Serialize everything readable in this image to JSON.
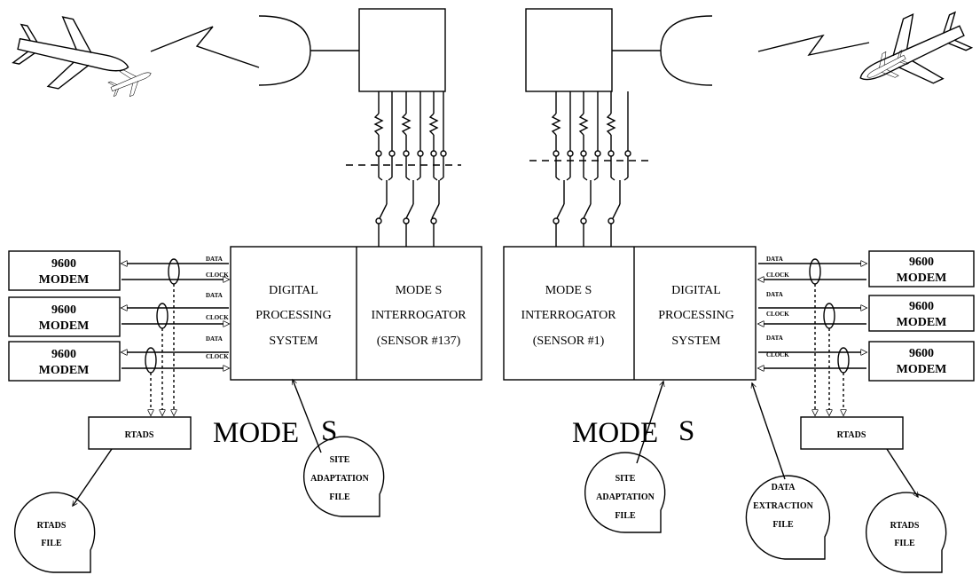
{
  "left": {
    "modems": [
      {
        "line1": "9600",
        "line2": "MODEM"
      },
      {
        "line1": "9600",
        "line2": "MODEM"
      },
      {
        "line1": "9600",
        "line2": "MODEM"
      }
    ],
    "signals": [
      {
        "data": "DATA",
        "clock": "CLOCK"
      },
      {
        "data": "DATA",
        "clock": "CLOCK"
      },
      {
        "data": "DATA",
        "clock": "CLOCK"
      }
    ],
    "dps": {
      "line1": "DIGITAL",
      "line2": "PROCESSING",
      "line3": "SYSTEM"
    },
    "interrogator": {
      "line1": "MODE S",
      "line2": "INTERROGATOR",
      "line3": "(SENSOR #137)"
    },
    "mode_word": "MODE",
    "s_word": "S",
    "rtads": "RTADS",
    "rtads_file": {
      "line1": "RTADS",
      "line2": "FILE"
    },
    "site_file": {
      "line1": "SITE",
      "line2": "ADAPTATION",
      "line3": "FILE"
    }
  },
  "right": {
    "modems": [
      {
        "line1": "9600",
        "line2": "MODEM"
      },
      {
        "line1": "9600",
        "line2": "MODEM"
      },
      {
        "line1": "9600",
        "line2": "MODEM"
      }
    ],
    "signals": [
      {
        "data": "DATA",
        "clock": "CLOCK"
      },
      {
        "data": "DATA",
        "clock": "CLOCK"
      },
      {
        "data": "DATA",
        "clock": "CLOCK"
      }
    ],
    "interrogator": {
      "line1": "MODE S",
      "line2": "INTERROGATOR",
      "line3": "(SENSOR #1)"
    },
    "dps": {
      "line1": "DIGITAL",
      "line2": "PROCESSING",
      "line3": "SYSTEM"
    },
    "mode_word": "MODE",
    "s_word": "S",
    "rtads": "RTADS",
    "rtads_file": {
      "line1": "RTADS",
      "line2": "FILE"
    },
    "site_file": {
      "line1": "SITE",
      "line2": "ADAPTATION",
      "line3": "FILE"
    },
    "data_file": {
      "line1": "DATA",
      "line2": "EXTRACTION",
      "line3": "FILE"
    }
  },
  "icons": [
    "airplane-icon",
    "antenna-icon",
    "resistor-icon",
    "switch-icon",
    "disk-file-icon"
  ]
}
